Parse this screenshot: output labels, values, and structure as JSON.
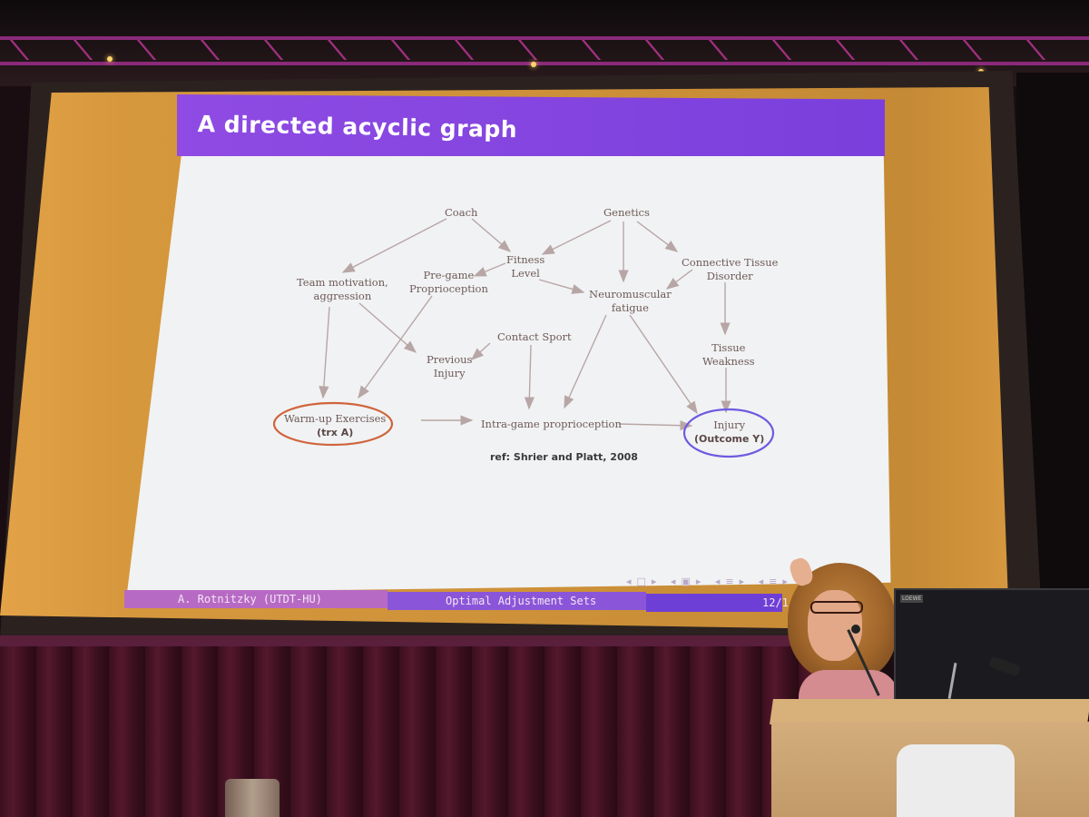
{
  "slide": {
    "title": "A directed acyclic graph",
    "footer": {
      "author": "A. Rotnitzky (UTDT-HU)",
      "talk_title": "Optimal Adjustment Sets",
      "page": "12/1"
    },
    "reference": "ref: Shrier and Platt, 2008"
  },
  "dag": {
    "nodes": {
      "coach": "Coach",
      "genetics": "Genetics",
      "fitness_1": "Fitness",
      "fitness_2": "Level",
      "connective_1": "Connective Tissue",
      "connective_2": "Disorder",
      "team_1": "Team motivation,",
      "team_2": "aggression",
      "pregame_1": "Pre-game",
      "pregame_2": "Proprioception",
      "neuro_1": "Neuromuscular",
      "neuro_2": "fatigue",
      "contact": "Contact Sport",
      "tissue_1": "Tissue",
      "tissue_2": "Weakness",
      "previous_1": "Previous",
      "previous_2": "Injury",
      "warmup_1": "Warm-up Exercises",
      "warmup_2": "(trx A)",
      "intragame": "Intra-game proprioception",
      "injury_1": "Injury",
      "injury_2": "(Outcome Y)"
    },
    "colors": {
      "treatment_circle": "#d0643c",
      "outcome_circle": "#6e5ae0",
      "arrows": "#b8a6a6"
    }
  },
  "monitor": {
    "label": "LOEWE"
  },
  "colors": {
    "header": "#8447e0",
    "screen_surround": "#d6983d",
    "curtain": "#54182c"
  }
}
